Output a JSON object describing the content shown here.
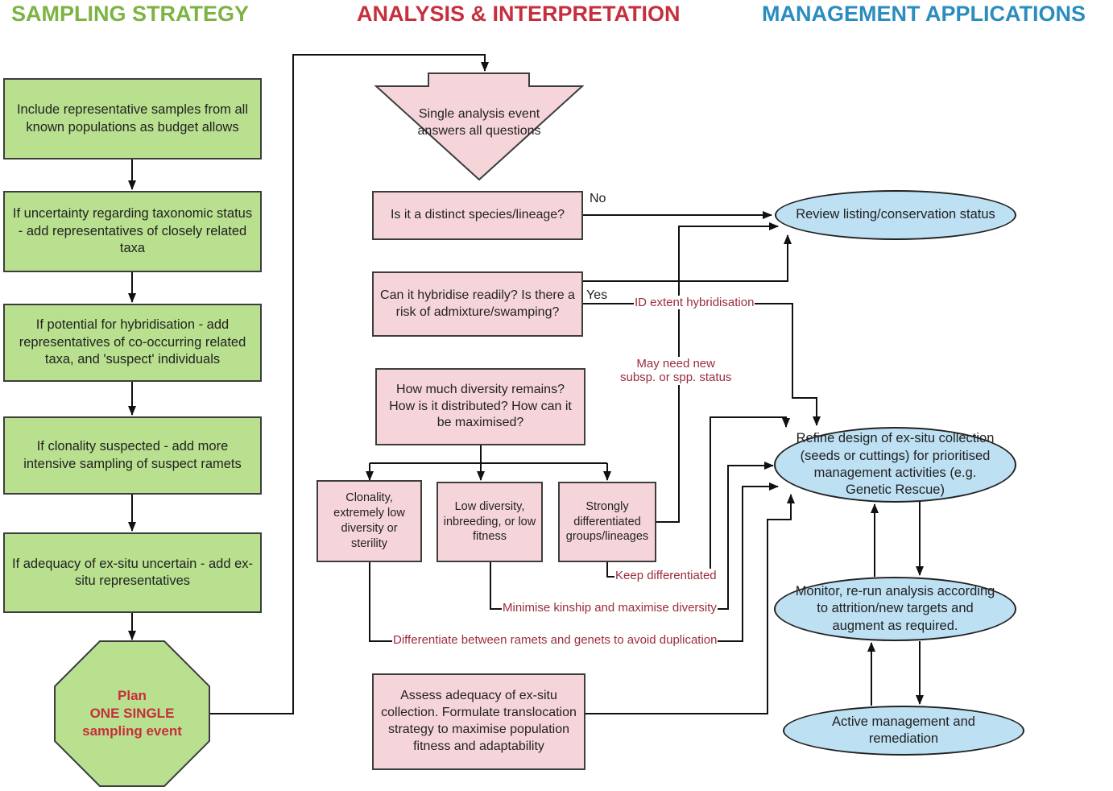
{
  "headers": {
    "sampling": "SAMPLING STRATEGY",
    "analysis": "ANALYSIS & INTERPRETATION",
    "management": "MANAGEMENT APPLICATIONS"
  },
  "sampling": {
    "step1": "Include representative samples from all known populations as budget allows",
    "step2": "If uncertainty regarding taxonomic status  - add representatives of closely related taxa",
    "step3": "If potential for hybridisation - add representatives of co-occurring related taxa, and 'suspect' individuals",
    "step4": "If clonality suspected - add more intensive sampling of suspect ramets",
    "step5": "If adequacy of ex-situ uncertain - add ex-situ representatives",
    "plan": "Plan\nONE SINGLE\nsampling event"
  },
  "analysis": {
    "single_event": "Single analysis event answers all questions",
    "q_species": "Is it a distinct species/lineage?",
    "q_hybrid": "Can it hybridise readily? Is there a risk of admixture/swamping?",
    "q_diversity": "How much diversity remains? How is it distributed? How can it be maximised?",
    "c_clonality": "Clonality, extremely low diversity or sterility",
    "c_lowdiv": "Low diversity, inbreeding, or low fitness",
    "c_strong": "Strongly differentiated groups/lineages",
    "assess": "Assess adequacy of ex-situ collection. Formulate translocation strategy to maximise population fitness and adaptability"
  },
  "management": {
    "review": "Review listing/conservation status",
    "refine": "Refine design of ex-situ collection (seeds or cuttings) for prioritised management activities (e.g. Genetic Rescue)",
    "monitor": "Monitor, re-run analysis according to attrition/new targets and augment as required.",
    "active": "Active management and remediation"
  },
  "labels": {
    "no": "No",
    "yes": "Yes",
    "id_hybrid": "ID extent hybridisation",
    "may_need": "May need new\nsubsp. or spp. status",
    "keep_diff": "Keep differentiated",
    "minimise": "Minimise kinship and maximise diversity",
    "differentiate": "Differentiate between ramets and genets to avoid duplication"
  },
  "colors": {
    "green_fill": "#b9e08f",
    "pink_fill": "#f6d5da",
    "blue_fill": "#bde0f3",
    "sampling_header": "#7cb342",
    "analysis_header": "#c62f3d",
    "management_header": "#2b8cbf",
    "plan_text": "#c62f3d",
    "edge_label": "#9b2c3c"
  }
}
